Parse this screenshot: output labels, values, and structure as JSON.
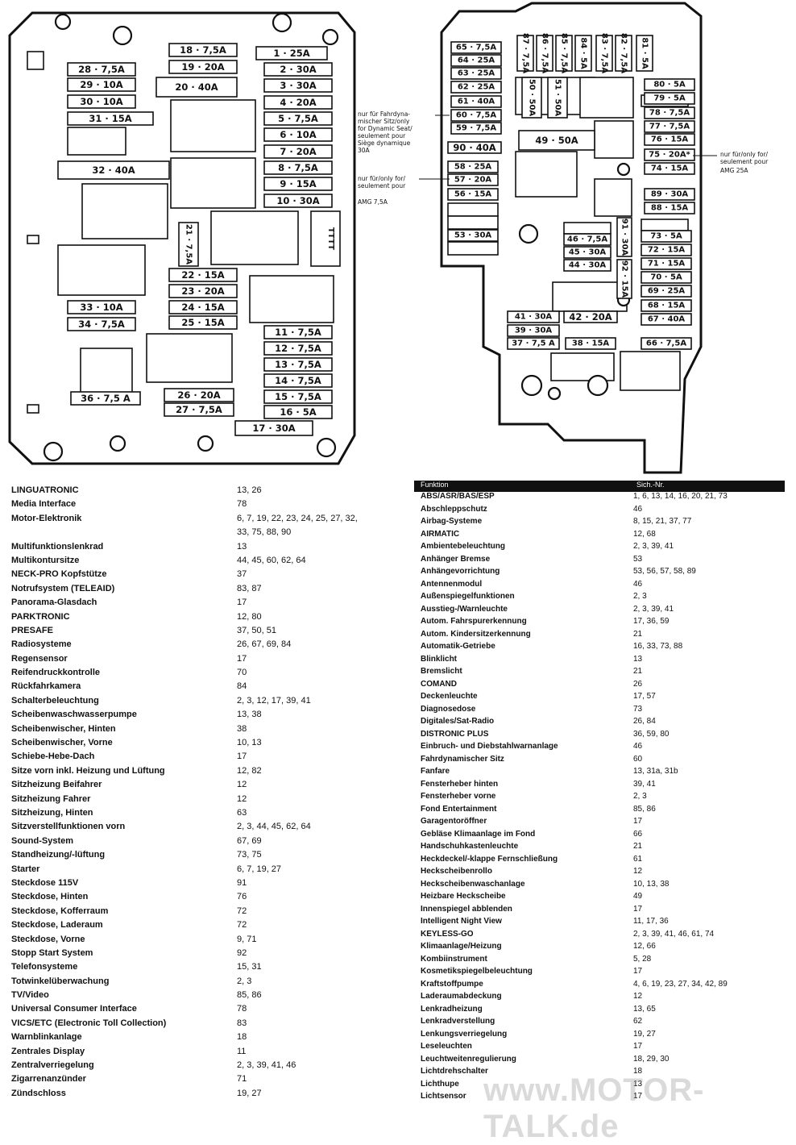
{
  "left_box": {
    "fuses": [
      {
        "id": "fuse-28",
        "label": "28 · 7,5A"
      },
      {
        "id": "fuse-29",
        "label": "29 · 10A"
      },
      {
        "id": "fuse-30",
        "label": "30 · 10A"
      },
      {
        "id": "fuse-31",
        "label": "31 · 15A"
      },
      {
        "id": "fuse-32",
        "label": "32 · 40A"
      },
      {
        "id": "fuse-18",
        "label": "18 · 7,5A"
      },
      {
        "id": "fuse-19",
        "label": "19 · 20A"
      },
      {
        "id": "fuse-20",
        "label": "20 · 40A"
      },
      {
        "id": "fuse-1",
        "label": "1 · 25A"
      },
      {
        "id": "fuse-2",
        "label": "2 · 30A"
      },
      {
        "id": "fuse-3",
        "label": "3 · 30A"
      },
      {
        "id": "fuse-4",
        "label": "4 · 20A"
      },
      {
        "id": "fuse-5",
        "label": "5 · 7,5A"
      },
      {
        "id": "fuse-6",
        "label": "6 · 10A"
      },
      {
        "id": "fuse-7",
        "label": "7 · 20A"
      },
      {
        "id": "fuse-8",
        "label": "8 · 7,5A"
      },
      {
        "id": "fuse-9",
        "label": "9 · 15A"
      },
      {
        "id": "fuse-10",
        "label": "10 · 30A"
      },
      {
        "id": "fuse-21",
        "label": "21 · 7,5A"
      },
      {
        "id": "fuse-22",
        "label": "22 · 15A"
      },
      {
        "id": "fuse-23",
        "label": "23 · 20A"
      },
      {
        "id": "fuse-24",
        "label": "24 · 15A"
      },
      {
        "id": "fuse-25",
        "label": "25 · 15A"
      },
      {
        "id": "fuse-33",
        "label": "33 · 10A"
      },
      {
        "id": "fuse-34",
        "label": "34 · 7,5A"
      },
      {
        "id": "fuse-11",
        "label": "11 · 7,5A"
      },
      {
        "id": "fuse-12",
        "label": "12 · 7,5A"
      },
      {
        "id": "fuse-13",
        "label": "13 · 7,5A"
      },
      {
        "id": "fuse-14",
        "label": "14 · 7,5A"
      },
      {
        "id": "fuse-15",
        "label": "15 · 7,5A"
      },
      {
        "id": "fuse-16",
        "label": "16 · 5A"
      },
      {
        "id": "fuse-17",
        "label": "17 · 30A"
      },
      {
        "id": "fuse-26",
        "label": "26 · 20A"
      },
      {
        "id": "fuse-27",
        "label": "27 · 7,5A"
      },
      {
        "id": "fuse-36",
        "label": "36 · 7,5 A"
      }
    ]
  },
  "right_box": {
    "fuses": [
      {
        "id": "fuse-65",
        "label": "65 · 7,5A"
      },
      {
        "id": "fuse-64",
        "label": "64 · 25A"
      },
      {
        "id": "fuse-63",
        "label": "63 · 25A"
      },
      {
        "id": "fuse-62",
        "label": "62 · 25A"
      },
      {
        "id": "fuse-61",
        "label": "61 · 40A"
      },
      {
        "id": "fuse-60",
        "label": "60 · 7,5A"
      },
      {
        "id": "fuse-59",
        "label": "59 · 7,5A"
      },
      {
        "id": "fuse-90",
        "label": "90 · 40A"
      },
      {
        "id": "fuse-58",
        "label": "58 · 25A"
      },
      {
        "id": "fuse-57",
        "label": "57 · 20A"
      },
      {
        "id": "fuse-56",
        "label": "56 · 15A"
      },
      {
        "id": "fuse-53",
        "label": "53 · 30A"
      },
      {
        "id": "fuse-87",
        "label": "87 · 7,5A"
      },
      {
        "id": "fuse-86",
        "label": "86 · 7,5A"
      },
      {
        "id": "fuse-85",
        "label": "85 · 7,5A"
      },
      {
        "id": "fuse-84",
        "label": "84 · 5A"
      },
      {
        "id": "fuse-83",
        "label": "83 · 7,5A"
      },
      {
        "id": "fuse-82",
        "label": "82 · 7,5A"
      },
      {
        "id": "fuse-81",
        "label": "81 · 5A"
      },
      {
        "id": "fuse-50",
        "label": "50 · 50A"
      },
      {
        "id": "fuse-51",
        "label": "51 · 50A"
      },
      {
        "id": "fuse-49",
        "label": "49 · 50A"
      },
      {
        "id": "fuse-80",
        "label": "80 · 5A"
      },
      {
        "id": "fuse-79",
        "label": "79 · 5A"
      },
      {
        "id": "fuse-78",
        "label": "78 · 7,5A"
      },
      {
        "id": "fuse-77",
        "label": "77 · 7,5A"
      },
      {
        "id": "fuse-76",
        "label": "76 · 15A"
      },
      {
        "id": "fuse-75",
        "label": "75 · 20A*"
      },
      {
        "id": "fuse-74",
        "label": "74 · 15A"
      },
      {
        "id": "fuse-89",
        "label": "89 · 30A"
      },
      {
        "id": "fuse-88",
        "label": "88 · 15A"
      },
      {
        "id": "fuse-91",
        "label": "91 · 30A"
      },
      {
        "id": "fuse-92",
        "label": "92 · 15A"
      },
      {
        "id": "fuse-46",
        "label": "46 · 7,5A"
      },
      {
        "id": "fuse-45",
        "label": "45 · 30A"
      },
      {
        "id": "fuse-44",
        "label": "44 · 30A"
      },
      {
        "id": "fuse-73",
        "label": "73 · 5A"
      },
      {
        "id": "fuse-72",
        "label": "72 · 15A"
      },
      {
        "id": "fuse-71",
        "label": "71 · 15A"
      },
      {
        "id": "fuse-70",
        "label": "70 · 5A"
      },
      {
        "id": "fuse-69",
        "label": "69 · 25A"
      },
      {
        "id": "fuse-68",
        "label": "68 · 15A"
      },
      {
        "id": "fuse-67",
        "label": "67 · 40A"
      },
      {
        "id": "fuse-41",
        "label": "41 · 30A"
      },
      {
        "id": "fuse-42",
        "label": "42 · 20A"
      },
      {
        "id": "fuse-39",
        "label": "39 · 30A"
      },
      {
        "id": "fuse-37",
        "label": "37 · 7,5 A"
      },
      {
        "id": "fuse-38",
        "label": "38 · 15A"
      },
      {
        "id": "fuse-66",
        "label": "66 · 7,5A"
      }
    ],
    "notes": {
      "note_60": [
        "nur für Fahrdyna-",
        "mischer Sitz/only",
        "for Dynamic Seat/",
        "seulement pour",
        "Siège dynamique",
        "30A"
      ],
      "note_57": [
        "nur für/only for/",
        "seulement pour",
        "AMG 7,5A"
      ],
      "note_75": [
        "nur für/only for/",
        "seulement pour",
        "AMG 25A"
      ]
    }
  },
  "table_left": [
    [
      "LINGUATRONIC",
      "13, 26"
    ],
    [
      "Media Interface",
      "78"
    ],
    [
      "Motor-Elektronik",
      "6, 7, 19, 22, 23, 24, 25, 27, 32,"
    ],
    [
      "",
      "33, 75, 88, 90"
    ],
    [
      "Multifunktionslenkrad",
      "13"
    ],
    [
      "Multikontursitze",
      "44, 45, 60, 62, 64"
    ],
    [
      "NECK-PRO Kopfstütze",
      "37"
    ],
    [
      "Notrufsystem (TELEAID)",
      "83, 87"
    ],
    [
      "Panorama-Glasdach",
      "17"
    ],
    [
      "PARKTRONIC",
      "12, 80"
    ],
    [
      "PRESAFE",
      "37, 50, 51"
    ],
    [
      "Radiosysteme",
      "26, 67, 69, 84"
    ],
    [
      "Regensensor",
      "17"
    ],
    [
      "Reifendruckkontrolle",
      "70"
    ],
    [
      "Rückfahrkamera",
      "84"
    ],
    [
      "Schalterbeleuchtung",
      "2, 3, 12, 17, 39, 41"
    ],
    [
      "Scheibenwaschwasserpumpe",
      "13, 38"
    ],
    [
      "Scheibenwischer, Hinten",
      "38"
    ],
    [
      "Scheibenwischer, Vorne",
      "10, 13"
    ],
    [
      "Schiebe-Hebe-Dach",
      "17"
    ],
    [
      "Sitze vorn inkl. Heizung und Lüftung",
      "12, 82"
    ],
    [
      "Sitzheizung Beifahrer",
      "12"
    ],
    [
      "Sitzheizung Fahrer",
      "12"
    ],
    [
      "Sitzheizung, Hinten",
      "63"
    ],
    [
      "Sitzverstellfunktionen vorn",
      "2, 3, 44, 45, 62, 64"
    ],
    [
      "Sound-System",
      "67, 69"
    ],
    [
      "Standheizung/-lüftung",
      "73, 75"
    ],
    [
      "Starter",
      "6, 7, 19, 27"
    ],
    [
      "Steckdose 115V",
      "91"
    ],
    [
      "Steckdose, Hinten",
      "76"
    ],
    [
      "Steckdose, Kofferraum",
      "72"
    ],
    [
      "Steckdose, Laderaum",
      "72"
    ],
    [
      "Steckdose, Vorne",
      "9, 71"
    ],
    [
      "Stopp Start System",
      "92"
    ],
    [
      "Telefonsysteme",
      "15, 31"
    ],
    [
      "Totwinkelüberwachung",
      "2, 3"
    ],
    [
      "TV/Video",
      "85, 86"
    ],
    [
      "Universal Consumer Interface",
      "78"
    ],
    [
      "VICS/ETC (Electronic Toll Collection)",
      "83"
    ],
    [
      "Warnblinkanlage",
      "18"
    ],
    [
      "Zentrales Display",
      "11"
    ],
    [
      "Zentralverriegelung",
      "2, 3, 39, 41, 46"
    ],
    [
      "Zigarrenanzünder",
      "71"
    ],
    [
      "Zündschloss",
      "19, 27"
    ]
  ],
  "table_right": {
    "header": [
      "Funktion",
      "Sich.-Nr."
    ],
    "rows": [
      [
        "ABS/ASR/BAS/ESP",
        "1, 6, 13, 14, 16, 20, 21, 73"
      ],
      [
        "Abschleppschutz",
        "46"
      ],
      [
        "Airbag-Systeme",
        "8, 15, 21, 37, 77"
      ],
      [
        "AIRMATIC",
        "12, 68"
      ],
      [
        "Ambientebeleuchtung",
        "2, 3, 39, 41"
      ],
      [
        "Anhänger Bremse",
        "53"
      ],
      [
        "Anhängevorrichtung",
        "53, 56, 57, 58, 89"
      ],
      [
        "Antennenmodul",
        "46"
      ],
      [
        "Außenspiegelfunktionen",
        "2, 3"
      ],
      [
        "Ausstieg-/Warnleuchte",
        "2, 3, 39, 41"
      ],
      [
        "Autom. Fahrspurerkennung",
        "17, 36, 59"
      ],
      [
        "Autom. Kindersitzerkennung",
        "21"
      ],
      [
        "Automatik-Getriebe",
        "16, 33, 73, 88"
      ],
      [
        "Blinklicht",
        "13"
      ],
      [
        "Bremslicht",
        "21"
      ],
      [
        "COMAND",
        "26"
      ],
      [
        "Deckenleuchte",
        "17, 57"
      ],
      [
        "Diagnosedose",
        "73"
      ],
      [
        "Digitales/Sat-Radio",
        "26, 84"
      ],
      [
        "DISTRONIC PLUS",
        "36, 59, 80"
      ],
      [
        "Einbruch- und Diebstahlwarnanlage",
        "46"
      ],
      [
        "Fahrdynamischer Sitz",
        "60"
      ],
      [
        "Fanfare",
        "13, 31a, 31b"
      ],
      [
        "Fensterheber hinten",
        "39, 41"
      ],
      [
        "Fensterheber vorne",
        "2, 3"
      ],
      [
        "Fond Entertainment",
        "85, 86"
      ],
      [
        "Garagentoröffner",
        "17"
      ],
      [
        "Gebläse Klimaanlage im Fond",
        "66"
      ],
      [
        "Handschuhkastenleuchte",
        "21"
      ],
      [
        "Heckdeckel/-klappe Fernschließung",
        "61"
      ],
      [
        "Heckscheibenrollo",
        "12"
      ],
      [
        "Heckscheibenwaschanlage",
        "10, 13, 38"
      ],
      [
        "Heizbare Heckscheibe",
        "49"
      ],
      [
        "Innenspiegel abblenden",
        "17"
      ],
      [
        "Intelligent Night View",
        "11, 17, 36"
      ],
      [
        "KEYLESS-GO",
        "2, 3, 39, 41, 46, 61, 74"
      ],
      [
        "Klimaanlage/Heizung",
        "12, 66"
      ],
      [
        "Kombiinstrument",
        "5, 28"
      ],
      [
        "Kosmetikspiegelbeleuchtung",
        "17"
      ],
      [
        "Kraftstoffpumpe",
        "4, 6, 19, 23, 27, 34, 42, 89"
      ],
      [
        "Laderaumabdeckung",
        "12"
      ],
      [
        "Lenkradheizung",
        "13, 65"
      ],
      [
        "Lenkradverstellung",
        "62"
      ],
      [
        "Lenkungsverriegelung",
        "19, 27"
      ],
      [
        "Leseleuchten",
        "17"
      ],
      [
        "Leuchtweitenregulierung",
        "18, 29, 30"
      ],
      [
        "Lichtdrehschalter",
        "18"
      ],
      [
        "Lichthupe",
        "13"
      ],
      [
        "Lichtsensor",
        "17"
      ]
    ]
  },
  "watermark": "www.MOTOR-TALK.de"
}
